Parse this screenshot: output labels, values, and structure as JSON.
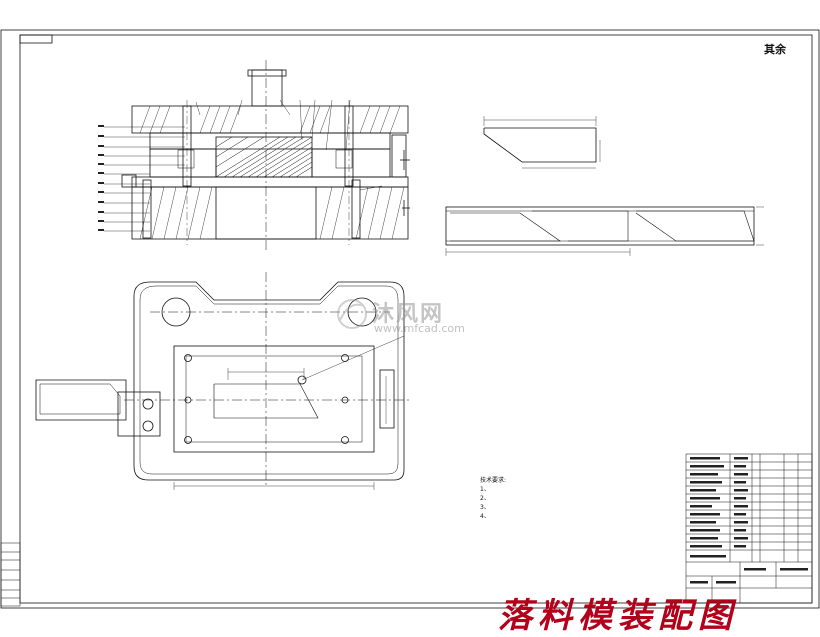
{
  "drawing": {
    "caption": "落料模装配图",
    "roughness_mark": "其余",
    "watermark": {
      "text": "沐风网",
      "url": "www.mfcad.com"
    },
    "notes": {
      "heading": "技术要求:",
      "items": [
        "1、",
        "2、",
        "3、",
        "4、"
      ]
    },
    "colors": {
      "line": "#111111",
      "caption": "#b3001b",
      "centerline": "#111111"
    }
  }
}
